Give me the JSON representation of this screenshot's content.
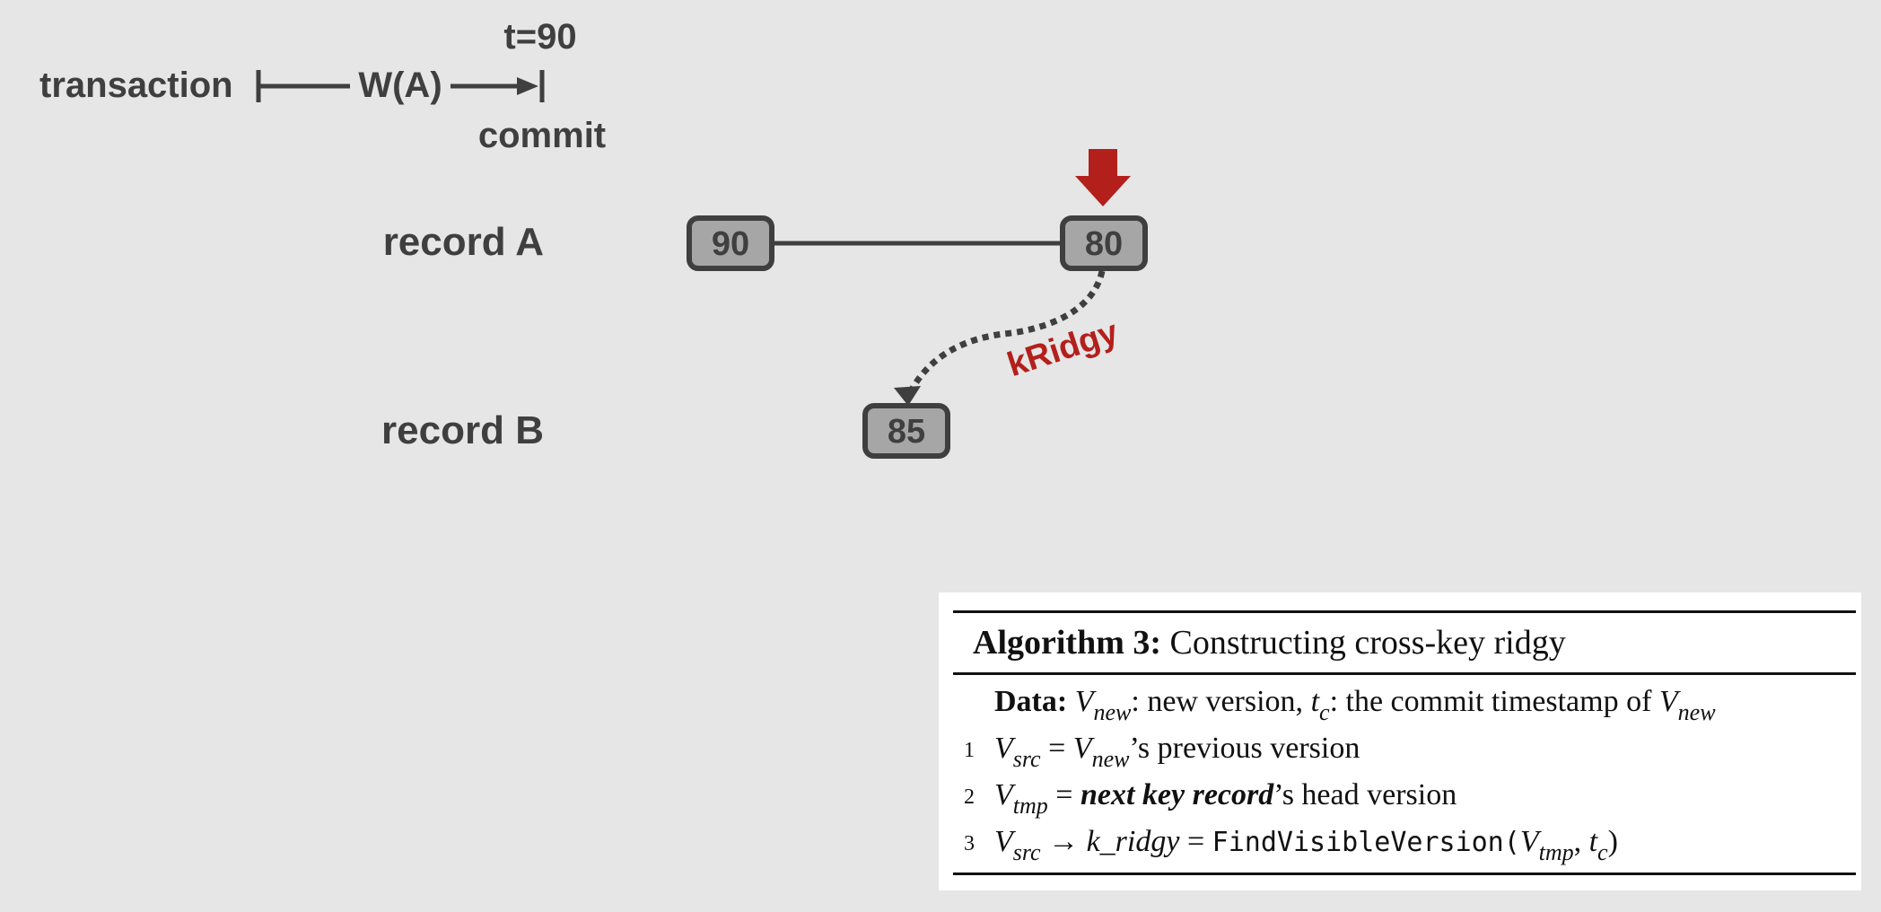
{
  "timeline": {
    "label": "transaction",
    "op": "W(A)",
    "time_label": "t=90",
    "commit_label": "commit"
  },
  "records": [
    {
      "label": "record A",
      "versions": [
        "90",
        "80"
      ]
    },
    {
      "label": "record B",
      "versions": [
        "85"
      ]
    }
  ],
  "link_label": "kRidgy",
  "colors": {
    "accent": "#b3201c",
    "box_fill": "#a6a6a6",
    "box_stroke": "#3f3f3f",
    "background": "#e6e6e6"
  },
  "algorithm": {
    "title_bold": "Algorithm 3:",
    "title_text": "Constructing cross-key ridgy",
    "data_label": "Data:",
    "data_v": "V",
    "data_v_sub": "new",
    "data_text1": ": new version, ",
    "data_t": "t",
    "data_t_sub": "c",
    "data_text2": ": the commit timestamp of ",
    "data_v2": "V",
    "data_v2_sub": "new",
    "lines": [
      {
        "num": "1",
        "v": "V",
        "v_sub": "src",
        "eq": " = ",
        "v2": "V",
        "v2_sub": "new",
        "rest": "’s previous version"
      },
      {
        "num": "2",
        "v": "V",
        "v_sub": "tmp",
        "eq": " = ",
        "emph": "next key record",
        "rest": "’s head version"
      },
      {
        "num": "3",
        "v": "V",
        "v_sub": "src",
        "arrow": " → ",
        "field": "k_ridgy",
        "eq": " = ",
        "func": "FindVisibleVersion(",
        "arg_v": "V",
        "arg_v_sub": "tmp",
        "comma": ", ",
        "arg_t": "t",
        "arg_t_sub": "c",
        "close": ")"
      }
    ]
  }
}
